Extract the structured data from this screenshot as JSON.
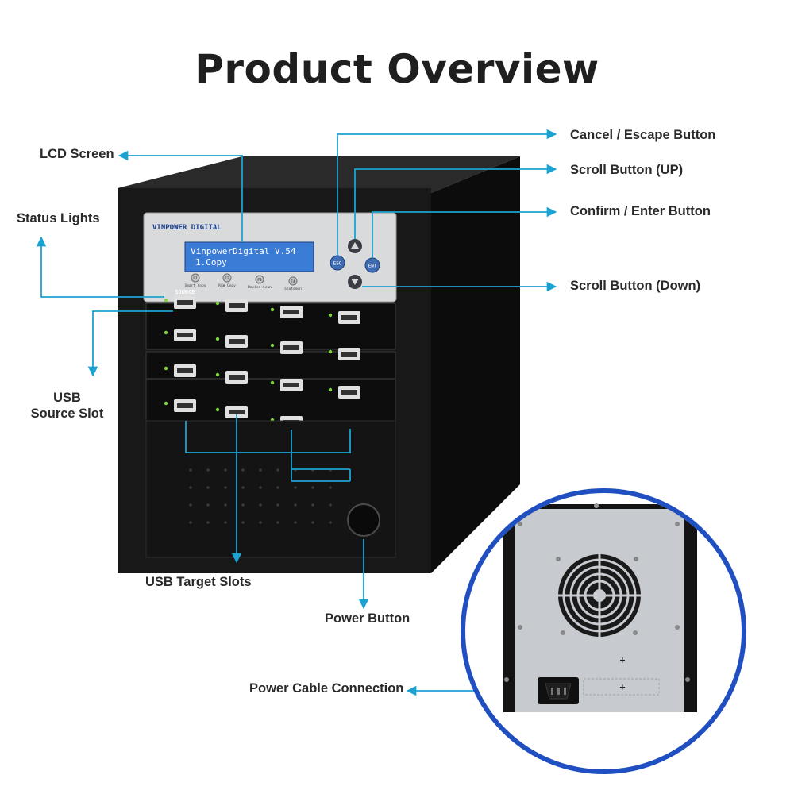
{
  "title": "Product Overview",
  "labels": {
    "lcd_screen": "LCD Screen",
    "status_lights": "Status Lights",
    "usb_source_slot_line1": "USB",
    "usb_source_slot_line2": "Source Slot",
    "usb_target_slots": "USB Target Slots",
    "power_button": "Power Button",
    "power_cable_connection": "Power Cable Connection",
    "cancel_escape_button": "Cancel / Escape Button",
    "scroll_button_up": "Scroll Button (UP)",
    "confirm_enter_button": "Confirm / Enter Button",
    "scroll_button_down": "Scroll Button (Down)"
  },
  "device": {
    "brand": "VINPOWER DIGITAL",
    "lcd_line1": "VinpowerDigital  V.54",
    "lcd_line2": "1.Copy",
    "function_keys": [
      {
        "key": "F1",
        "label": "Smart Copy"
      },
      {
        "key": "F2",
        "label": "RAW Copy"
      },
      {
        "key": "F3",
        "label": "Device Scan"
      },
      {
        "key": "F4",
        "label": "Shutdown"
      }
    ],
    "buttons": {
      "esc": "ESC",
      "ent": "ENT"
    },
    "source_label": "SOURCE"
  },
  "colors": {
    "accent": "#1aa3d1",
    "circle": "#1f4fc1",
    "chassis": "#161616",
    "lcd": "#3a7bd5"
  }
}
